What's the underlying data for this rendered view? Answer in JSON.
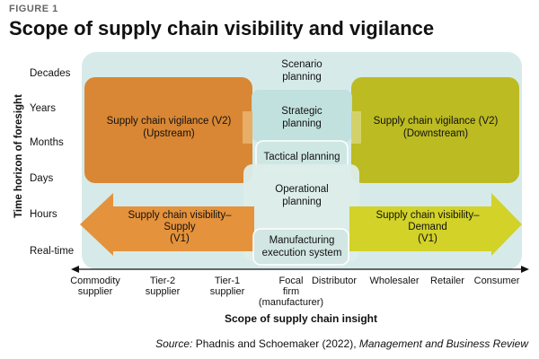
{
  "header": {
    "figure_label": "FIGURE 1",
    "title": "Scope of supply chain visibility and vigilance"
  },
  "axes": {
    "y_label": "Time horizon of foresight",
    "x_label": "Scope of supply chain insight",
    "time_levels": [
      "Decades",
      "Years",
      "Months",
      "Days",
      "Hours",
      "Real-time"
    ],
    "scope_levels": [
      [
        "Commodity",
        "supplier"
      ],
      [
        "Tier-2",
        "supplier"
      ],
      [
        "Tier-1",
        "supplier"
      ],
      [
        "Focal",
        "firm",
        "(manufacturer)"
      ],
      [
        "Distributor"
      ],
      [
        "Wholesaler"
      ],
      [
        "Retailer"
      ],
      [
        "Consumer"
      ]
    ]
  },
  "regions": {
    "scenario": [
      "Scenario",
      "planning"
    ],
    "vigilance_upstream": [
      "Supply chain vigilance (V2)",
      "(Upstream)"
    ],
    "vigilance_downstream": [
      "Supply chain vigilance (V2)",
      "(Downstream)"
    ],
    "strategic": [
      "Strategic",
      "planning"
    ],
    "tactical": [
      "Tactical planning"
    ],
    "operational": [
      "Operational",
      "planning"
    ],
    "visibility_supply": [
      "Supply chain visibility–",
      "Supply",
      "(V1)"
    ],
    "visibility_demand": [
      "Supply chain visibility–",
      "Demand",
      "(V1)"
    ],
    "mes": [
      "Manufacturing",
      "execution system"
    ]
  },
  "colors": {
    "scenario": "#d6ebe9",
    "strategic": "#bfe0dc",
    "vigilance_upstream": "#d98734",
    "vigilance_upstream_light": "#e8ad66",
    "vigilance_downstream": "#bcbb22",
    "vigilance_downstream_light": "#d3d26a",
    "operational": "#dcedea",
    "visibility_supply": "#e5923c",
    "visibility_demand": "#d2d229",
    "mes": "#d2e6e3"
  },
  "source": {
    "prefix": "Source:",
    "authors": " Phadnis and Schoemaker (2022), ",
    "journal": "Management and Business Review"
  }
}
